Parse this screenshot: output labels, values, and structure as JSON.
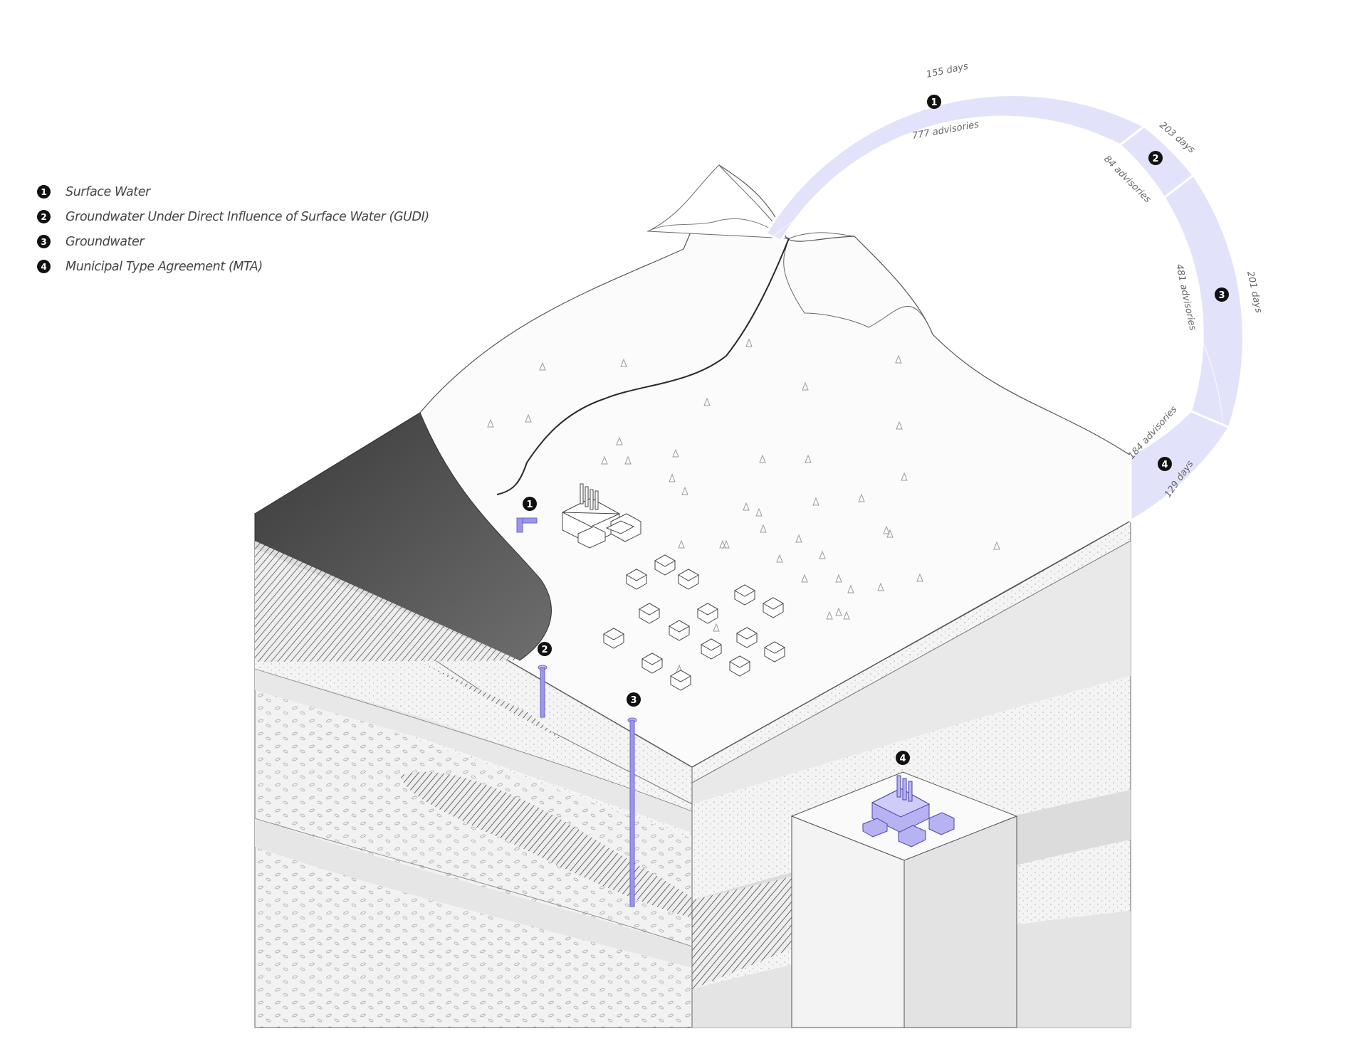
{
  "legend": {
    "items": [
      {
        "num": "1",
        "label": "Surface Water"
      },
      {
        "num": "2",
        "label": "Groundwater Under Direct Influence of Surface Water (GUDI)"
      },
      {
        "num": "3",
        "label": "Groundwater"
      },
      {
        "num": "4",
        "label": "Municipal Type Agreement (MTA)"
      }
    ]
  },
  "arc_segments": [
    {
      "num": "1",
      "days": "155 days",
      "advisories": "777 advisories"
    },
    {
      "num": "2",
      "days": "203 days",
      "advisories": "84 advisories"
    },
    {
      "num": "3",
      "days": "201 days",
      "advisories": "481 advisories"
    },
    {
      "num": "4",
      "days": "129 days",
      "advisories": "184 advisories"
    }
  ],
  "markers": {
    "surface_water": "1",
    "gudi": "2",
    "groundwater": "3",
    "mta": "4"
  },
  "colors": {
    "accent": "#9b96ec",
    "arc_fill": "#e3e2fb",
    "lake": "#4d4d4d",
    "terrain_top": "#fafafa",
    "outline": "#555555"
  }
}
